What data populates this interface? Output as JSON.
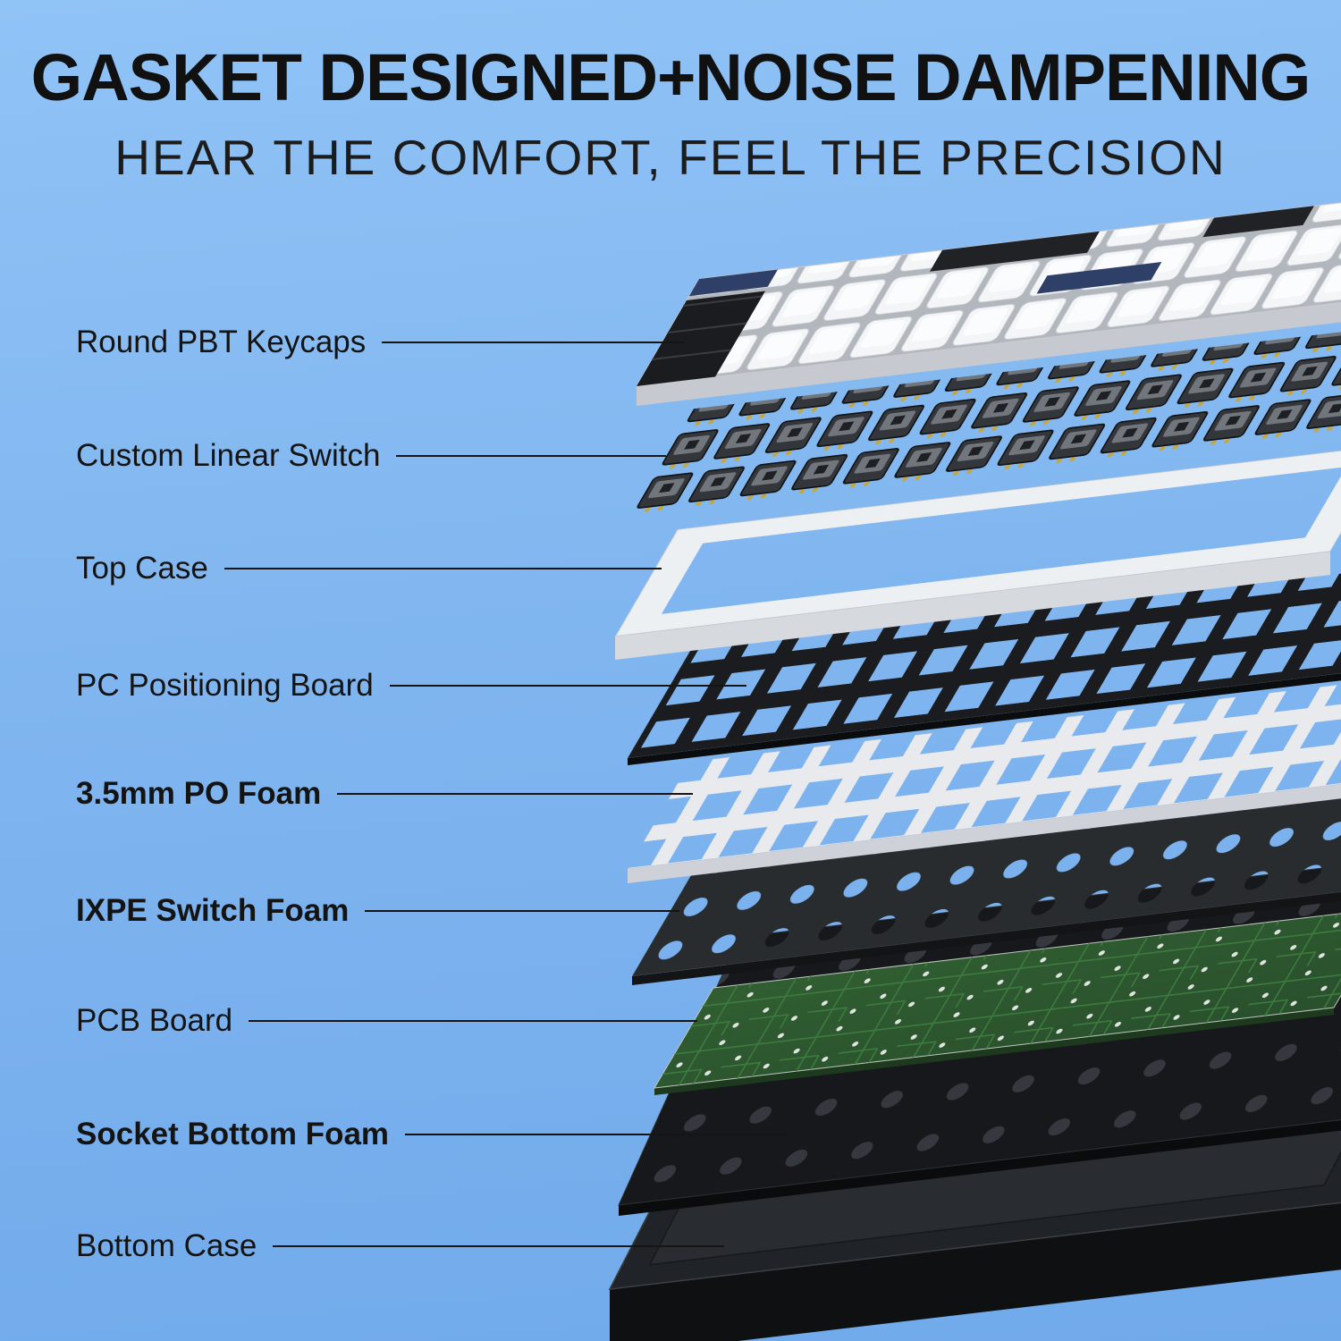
{
  "header": {
    "title": "GASKET DESIGNED+NOISE DAMPENING",
    "subtitle": "HEAR THE COMFORT, FEEL THE PRECISION"
  },
  "layers": {
    "labels": [
      {
        "text": "Round PBT Keycaps",
        "emphasis": false
      },
      {
        "text": "Custom Linear Switch",
        "emphasis": false
      },
      {
        "text": "Top Case",
        "emphasis": false
      },
      {
        "text": "PC Positioning Board",
        "emphasis": false
      },
      {
        "text": "3.5mm PO Foam",
        "emphasis": true
      },
      {
        "text": "IXPE Switch Foam",
        "emphasis": true
      },
      {
        "text": "PCB Board",
        "emphasis": false
      },
      {
        "text": "Socket Bottom Foam",
        "emphasis": true
      },
      {
        "text": "Bottom Case",
        "emphasis": false
      }
    ]
  },
  "colors": {
    "background_blue": "#82b7f0",
    "accent_navy": "#2f4068",
    "pcb_green": "#2e5a2f",
    "case_black": "#1a1c1f",
    "foam_white": "#e8eaee",
    "text": "#141414"
  }
}
